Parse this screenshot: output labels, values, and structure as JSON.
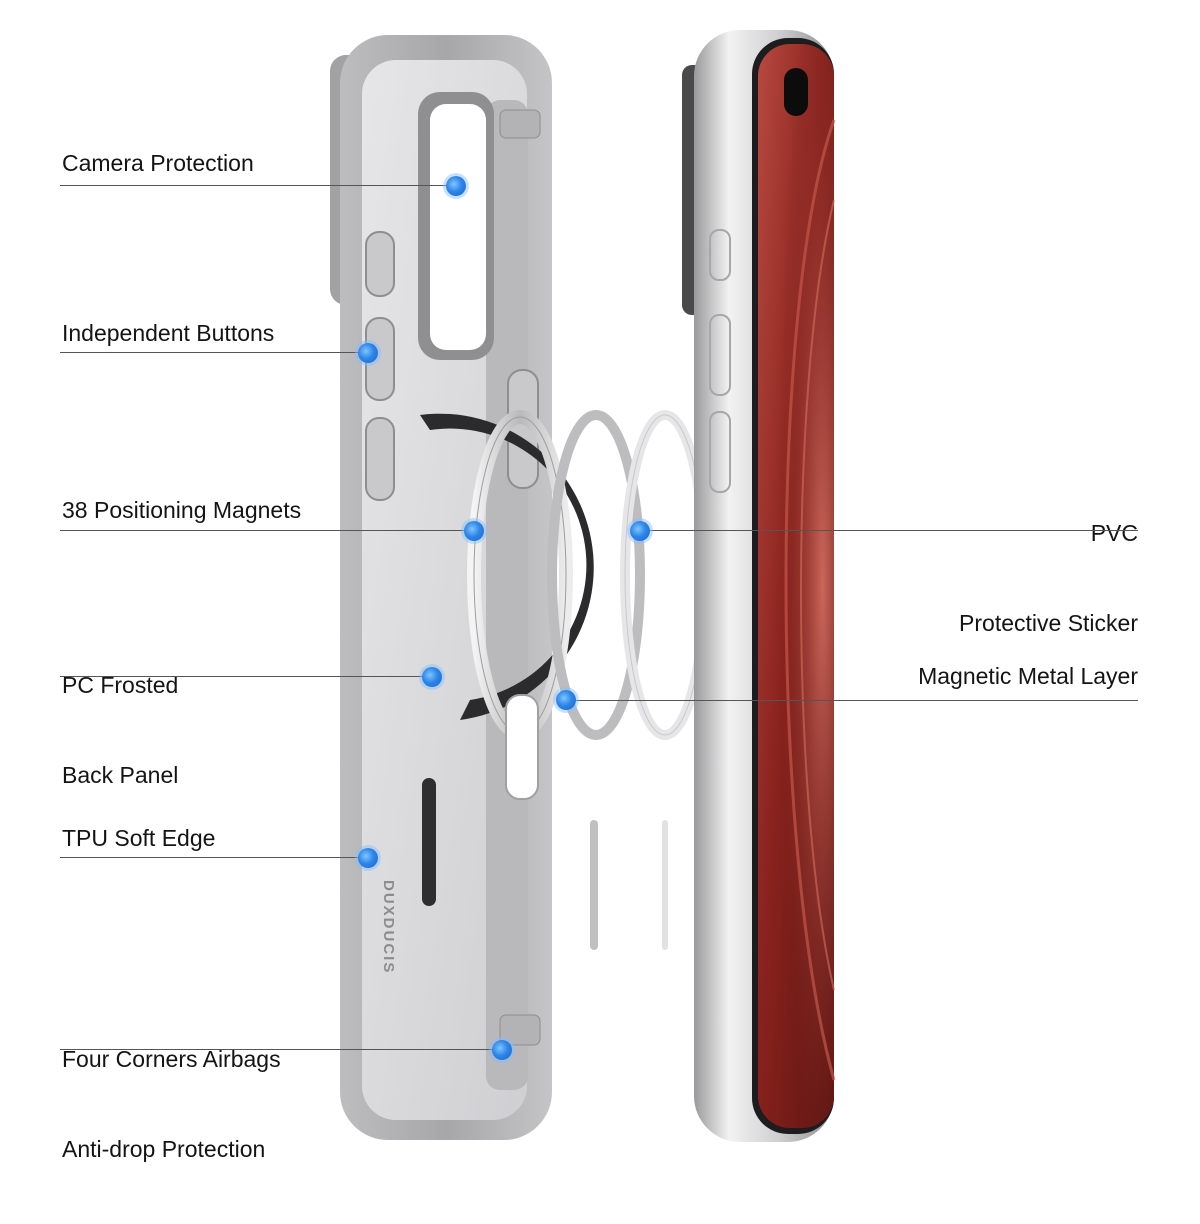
{
  "callouts": {
    "camera_protection": "Camera Protection",
    "independent_buttons": "Independent Buttons",
    "positioning_magnets": "38 Positioning Magnets",
    "pc_back_panel": [
      "PC Frosted",
      "Back Panel"
    ],
    "tpu_soft_edge": "TPU Soft Edge",
    "four_corners": [
      "Four Corners Airbags",
      "Anti-drop Protection"
    ],
    "pvc_sticker": [
      "PVC",
      "Protective Sticker"
    ],
    "magnetic_metal_layer": "Magnetic Metal Layer"
  },
  "case_logo_text": "DUXDUCIS",
  "colors": {
    "callout_dot": "#2f86e8",
    "case_frame": "#a9a9a9",
    "case_panel": "#d9d9db",
    "phone_frame": "#d8d8da",
    "screen_red": "#8e2a24",
    "leader_line": "#555555"
  },
  "icons": [
    "callout-dot-icon"
  ]
}
